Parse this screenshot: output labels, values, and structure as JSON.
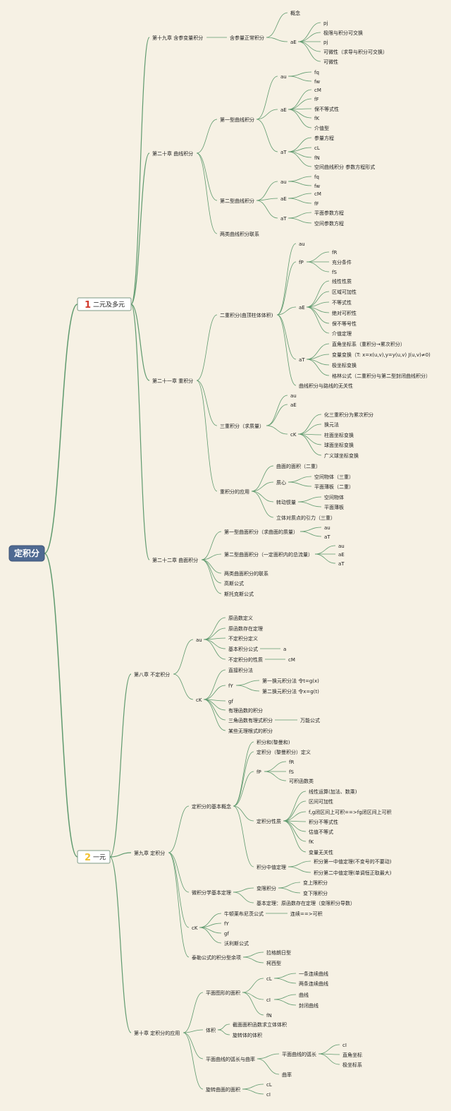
{
  "root": "定积分",
  "colors": {
    "root_fill": "#4f6a92",
    "link": "#5f9a6e",
    "num1": "#d23a2c",
    "num2": "#f1c232",
    "bg": "#f6f1e4"
  },
  "sections": [
    {
      "num": "1",
      "label": "二元及多元"
    },
    {
      "num": "2",
      "label": "一元"
    }
  ],
  "n": [
    "第十九章 含参变量积分",
    "含参量正常积分",
    "概念",
    "aE",
    "pj",
    "极限与积分可交换",
    "pj",
    "可微性（求导与积分可交换）",
    "可微性",
    "第二十章 曲线积分",
    "第一型曲线积分",
    "au",
    "fq",
    "fw",
    "aE",
    "cM",
    "fF",
    "保不等式性",
    "fK",
    "介值型",
    "aT",
    "参量方程",
    "cL",
    "fN",
    "空间曲线积分 参数方程形式",
    "第二型曲线积分",
    "au",
    "fq",
    "fw",
    "aE",
    "cM",
    "fF",
    "aT",
    "平面参数方程",
    "空间参数方程",
    "两类曲线积分联系",
    "第二十一章 重积分",
    "二重积分(曲顶柱体体积)",
    "au",
    "fP",
    "fR",
    "充分条件",
    "fS",
    "aE",
    "线性性质",
    "区域可加性",
    "不等式性",
    "绝对可积性",
    "保不等号性",
    "介值定理",
    "aT",
    "直角坐标系（重积分→累次积分）",
    "变量变换（T: x=x(u,v),y=y(u,v) J(u,v)≠0)",
    "极坐标变换",
    "格林公式（二重积分与第二型封闭曲线积分）",
    "曲线积分与路线的无关性",
    "三重积分（求质量）",
    "au",
    "aE",
    "cK",
    "化三重积分为累次积分",
    "换元法",
    "柱面坐标变换",
    "球面坐标变换",
    "广义球坐标变换",
    "重积分的应用",
    "曲面的面积（二重）",
    "质心",
    "空间物体（三重）",
    "平面薄板（二重）",
    "转动惯量",
    "空间物体",
    "平面薄板",
    "立体对质点的引力（三重）",
    "第二十二章 曲面积分",
    "第一型曲面积分（求曲面的质量）",
    "au",
    "aT",
    "第二型曲面积分（一定面积内的总流量）",
    "au",
    "aE",
    "aT",
    "两类曲面积分的联系",
    "高斯公式",
    "斯托克斯公式",
    "第八章 不定积分",
    "au",
    "原函数定义",
    "原函数存在定理",
    "不定积分定义",
    "基本积分公式",
    "a",
    "不定积分的性质",
    "cM",
    "cK",
    "直接积分法",
    "fY",
    "第一换元积分法 令t=g(x)",
    "第二换元积分法 令x=g(t)",
    "gf",
    "有理函数的积分",
    "三角函数有理式积分",
    "万能公式",
    "某些无理根式的积分",
    "第九章 定积分",
    "定积分的基本概念",
    "积分和(黎曼和)",
    "定积分（黎曼积分）定义",
    "fP",
    "fR",
    "fS",
    "可积函数类",
    "定积分性质",
    "线性运算(加法、数乘)",
    "区间可加性",
    "f,g闭区间上可积==>fg闭区间上可积",
    "积分不等式性",
    "估值不等式",
    "fK",
    "变量无关性",
    "积分中值定理",
    "积分第一中值定理(不变号的不要动)",
    "积分第二中值定理(单调恒正取最大)",
    "微积分学基本定理",
    "变限积分",
    "变上限积分",
    "变下限积分",
    "基本定理：原函数存在定理（变限积分导数）",
    "cK",
    "牛顿莱布尼茨公式",
    "连续==>可积",
    "fY",
    "gf",
    "沃利斯公式",
    "泰勒公式的积分型余项",
    "拉格朗日型",
    "柯西型",
    "第十章 定积分的应用",
    "平面图形的面积",
    "cL",
    "一条连续曲线",
    "两条连续曲线",
    "cI",
    "曲线",
    "封闭曲线",
    "fN",
    "体积",
    "截面面积函数求立体体积",
    "旋转体的体积",
    "平面曲线的弧长与曲率",
    "平面曲线的弧长",
    "cI",
    "直角坐标",
    "极坐标系",
    "曲率",
    "旋转曲面的面积",
    "cL",
    "cI"
  ]
}
